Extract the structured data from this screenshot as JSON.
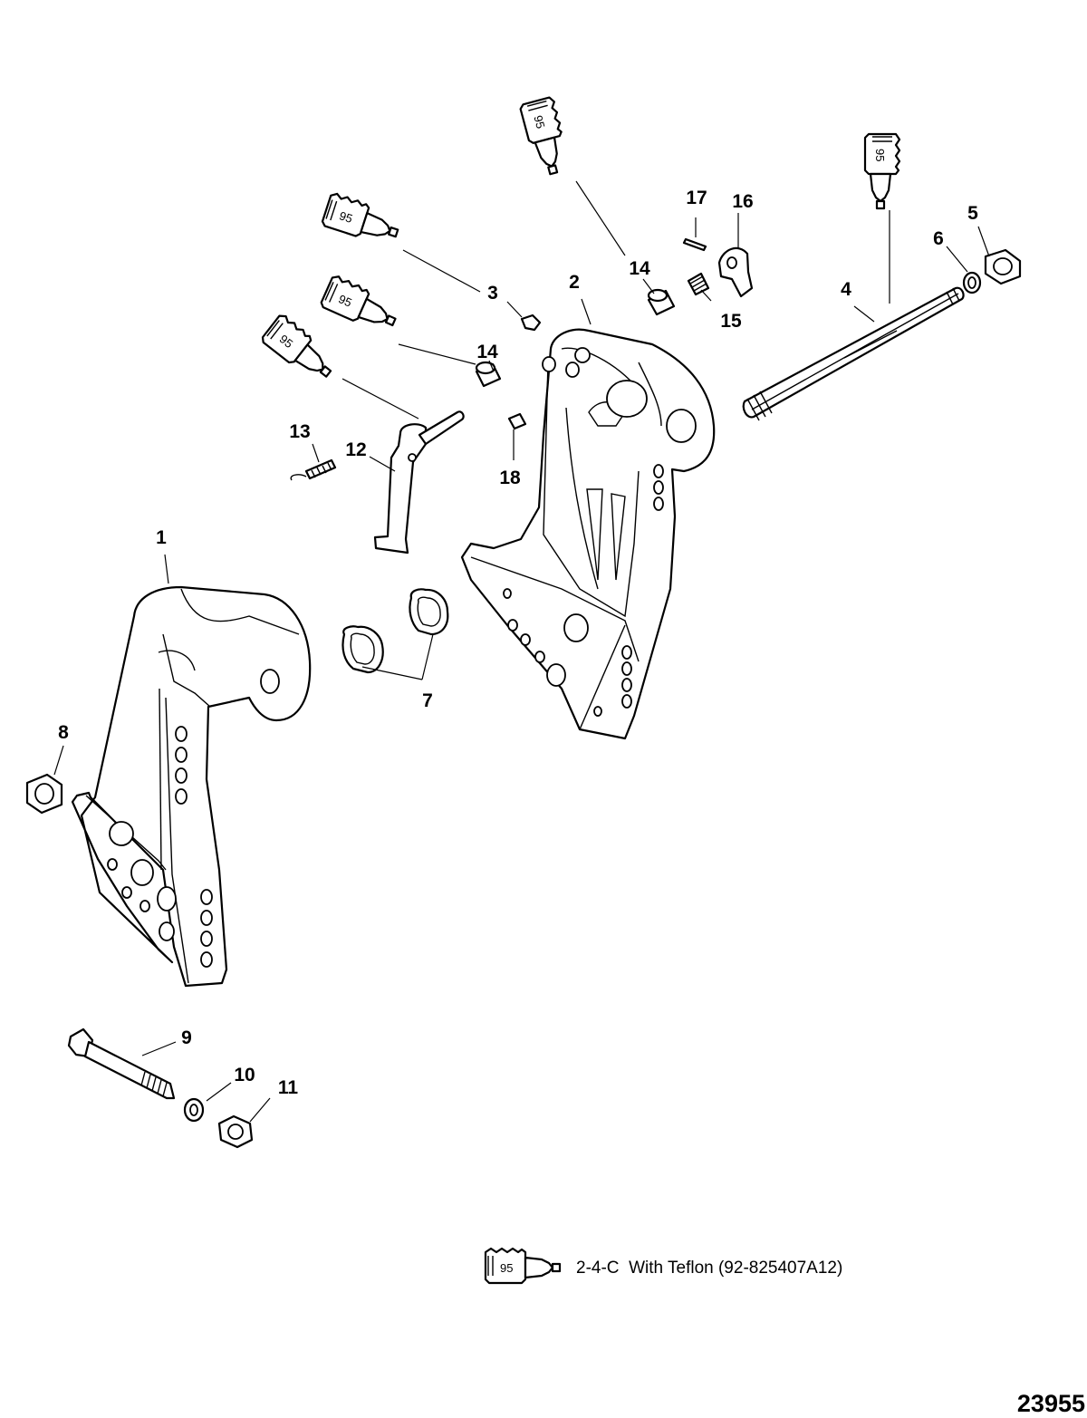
{
  "callouts": {
    "c1": "1",
    "c2": "2",
    "c3": "3",
    "c4": "4",
    "c5": "5",
    "c6": "6",
    "c7": "7",
    "c8": "8",
    "c9": "9",
    "c10": "10",
    "c11": "11",
    "c12": "12",
    "c13": "13",
    "c14a": "14",
    "c14b": "14",
    "c15": "15",
    "c16": "16",
    "c17": "17",
    "c18": "18"
  },
  "lubricant_tube_label": "95",
  "legend": {
    "tube_label": "95",
    "text": "2-4-C  With Teflon (92-825407A12)"
  },
  "figure_number": "23955"
}
